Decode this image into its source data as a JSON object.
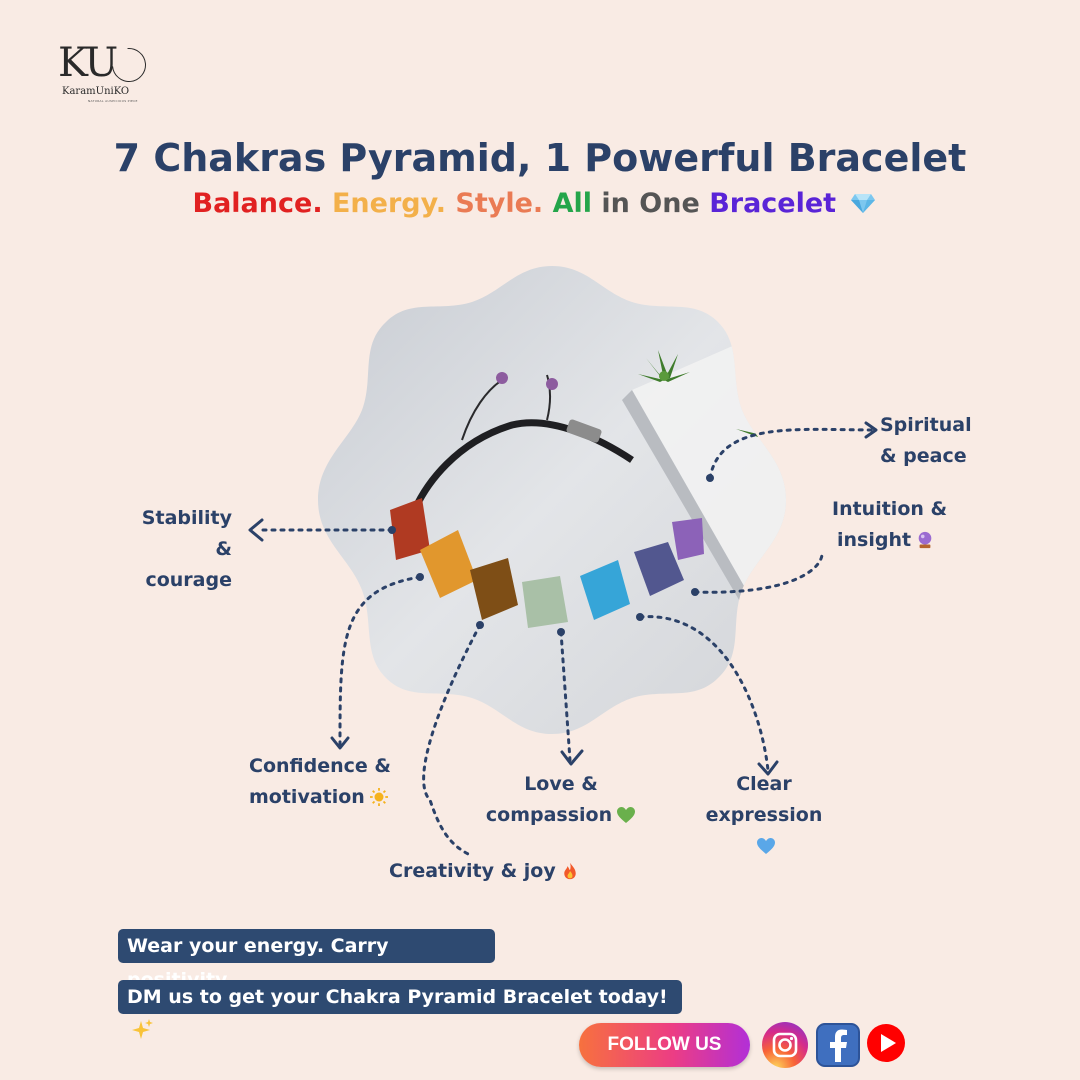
{
  "brand": {
    "logo_text": "KU",
    "name": "KaramUniKO",
    "tagline": "NATURAL AUSPICIOUS PIECE"
  },
  "header": {
    "title": "7 Chakras Pyramid, 1 Powerful Bracelet",
    "subtitle_parts": [
      "Balance.",
      "Energy.",
      "Style.",
      "All",
      "in",
      "One",
      "Bracelet"
    ],
    "subtitle_icon": "gem-icon"
  },
  "chakras": {
    "root": {
      "line1": "Stability &",
      "line2": "courage"
    },
    "sacral": {
      "line1": "Creativity & joy",
      "icon": "fire-icon"
    },
    "solar": {
      "line1": "Confidence &",
      "line2": "motivation",
      "icon": "sun-icon"
    },
    "heart": {
      "line1": "Love &",
      "line2": "compassion",
      "icon": "green-heart-icon"
    },
    "throat": {
      "line1": "Clear",
      "line2": "expression",
      "icon": "blue-heart-icon"
    },
    "third_eye": {
      "line1": "Intuition &",
      "line2": "insight",
      "icon": "crystal-ball-icon"
    },
    "crown": {
      "line1": "Spiritual",
      "line2": "& peace"
    }
  },
  "footer": {
    "tagline": "Wear your energy. Carry positivity.",
    "cta": "DM us to get your Chakra Pyramid Bracelet today!",
    "cta_icon": "sparkles-icon",
    "follow_label": "FOLLOW US",
    "social": [
      "instagram-icon",
      "facebook-icon",
      "youtube-icon"
    ]
  },
  "colors": {
    "background": "#f9ebe4",
    "navy": "#2b4168",
    "pill": "#2e4a71"
  }
}
